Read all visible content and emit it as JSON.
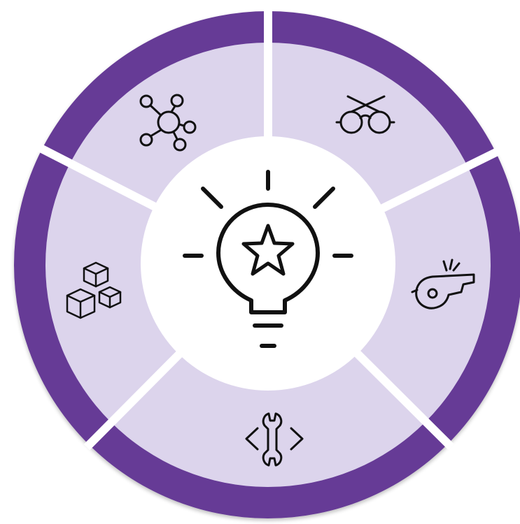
{
  "diagram": {
    "type": "radial-wheel",
    "center_icon": "lightbulb-star-icon",
    "segments": [
      {
        "position": "top-right",
        "icon": "glasses-icon"
      },
      {
        "position": "right",
        "icon": "whistle-icon"
      },
      {
        "position": "bottom",
        "icon": "wrench-code-icon"
      },
      {
        "position": "left",
        "icon": "cubes-icon"
      },
      {
        "position": "top-left",
        "icon": "network-hub-icon"
      }
    ]
  },
  "colors": {
    "outer_ring": "#663a96",
    "inner_segment": "#dcd4ec",
    "center": "#ffffff",
    "divider": "#ffffff",
    "icon_stroke": "#111111"
  }
}
